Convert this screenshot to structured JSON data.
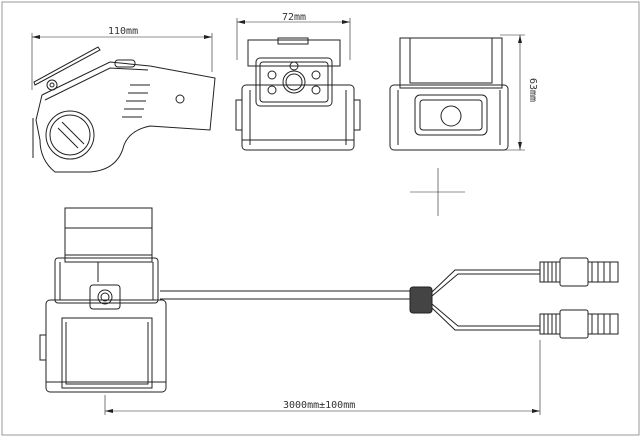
{
  "dimensions": {
    "width": "110mm",
    "front_width": "72mm",
    "height": "63mm",
    "cable_length": "3000mm±100mm"
  },
  "colors": {
    "line": "#222222",
    "background": "#ffffff"
  }
}
